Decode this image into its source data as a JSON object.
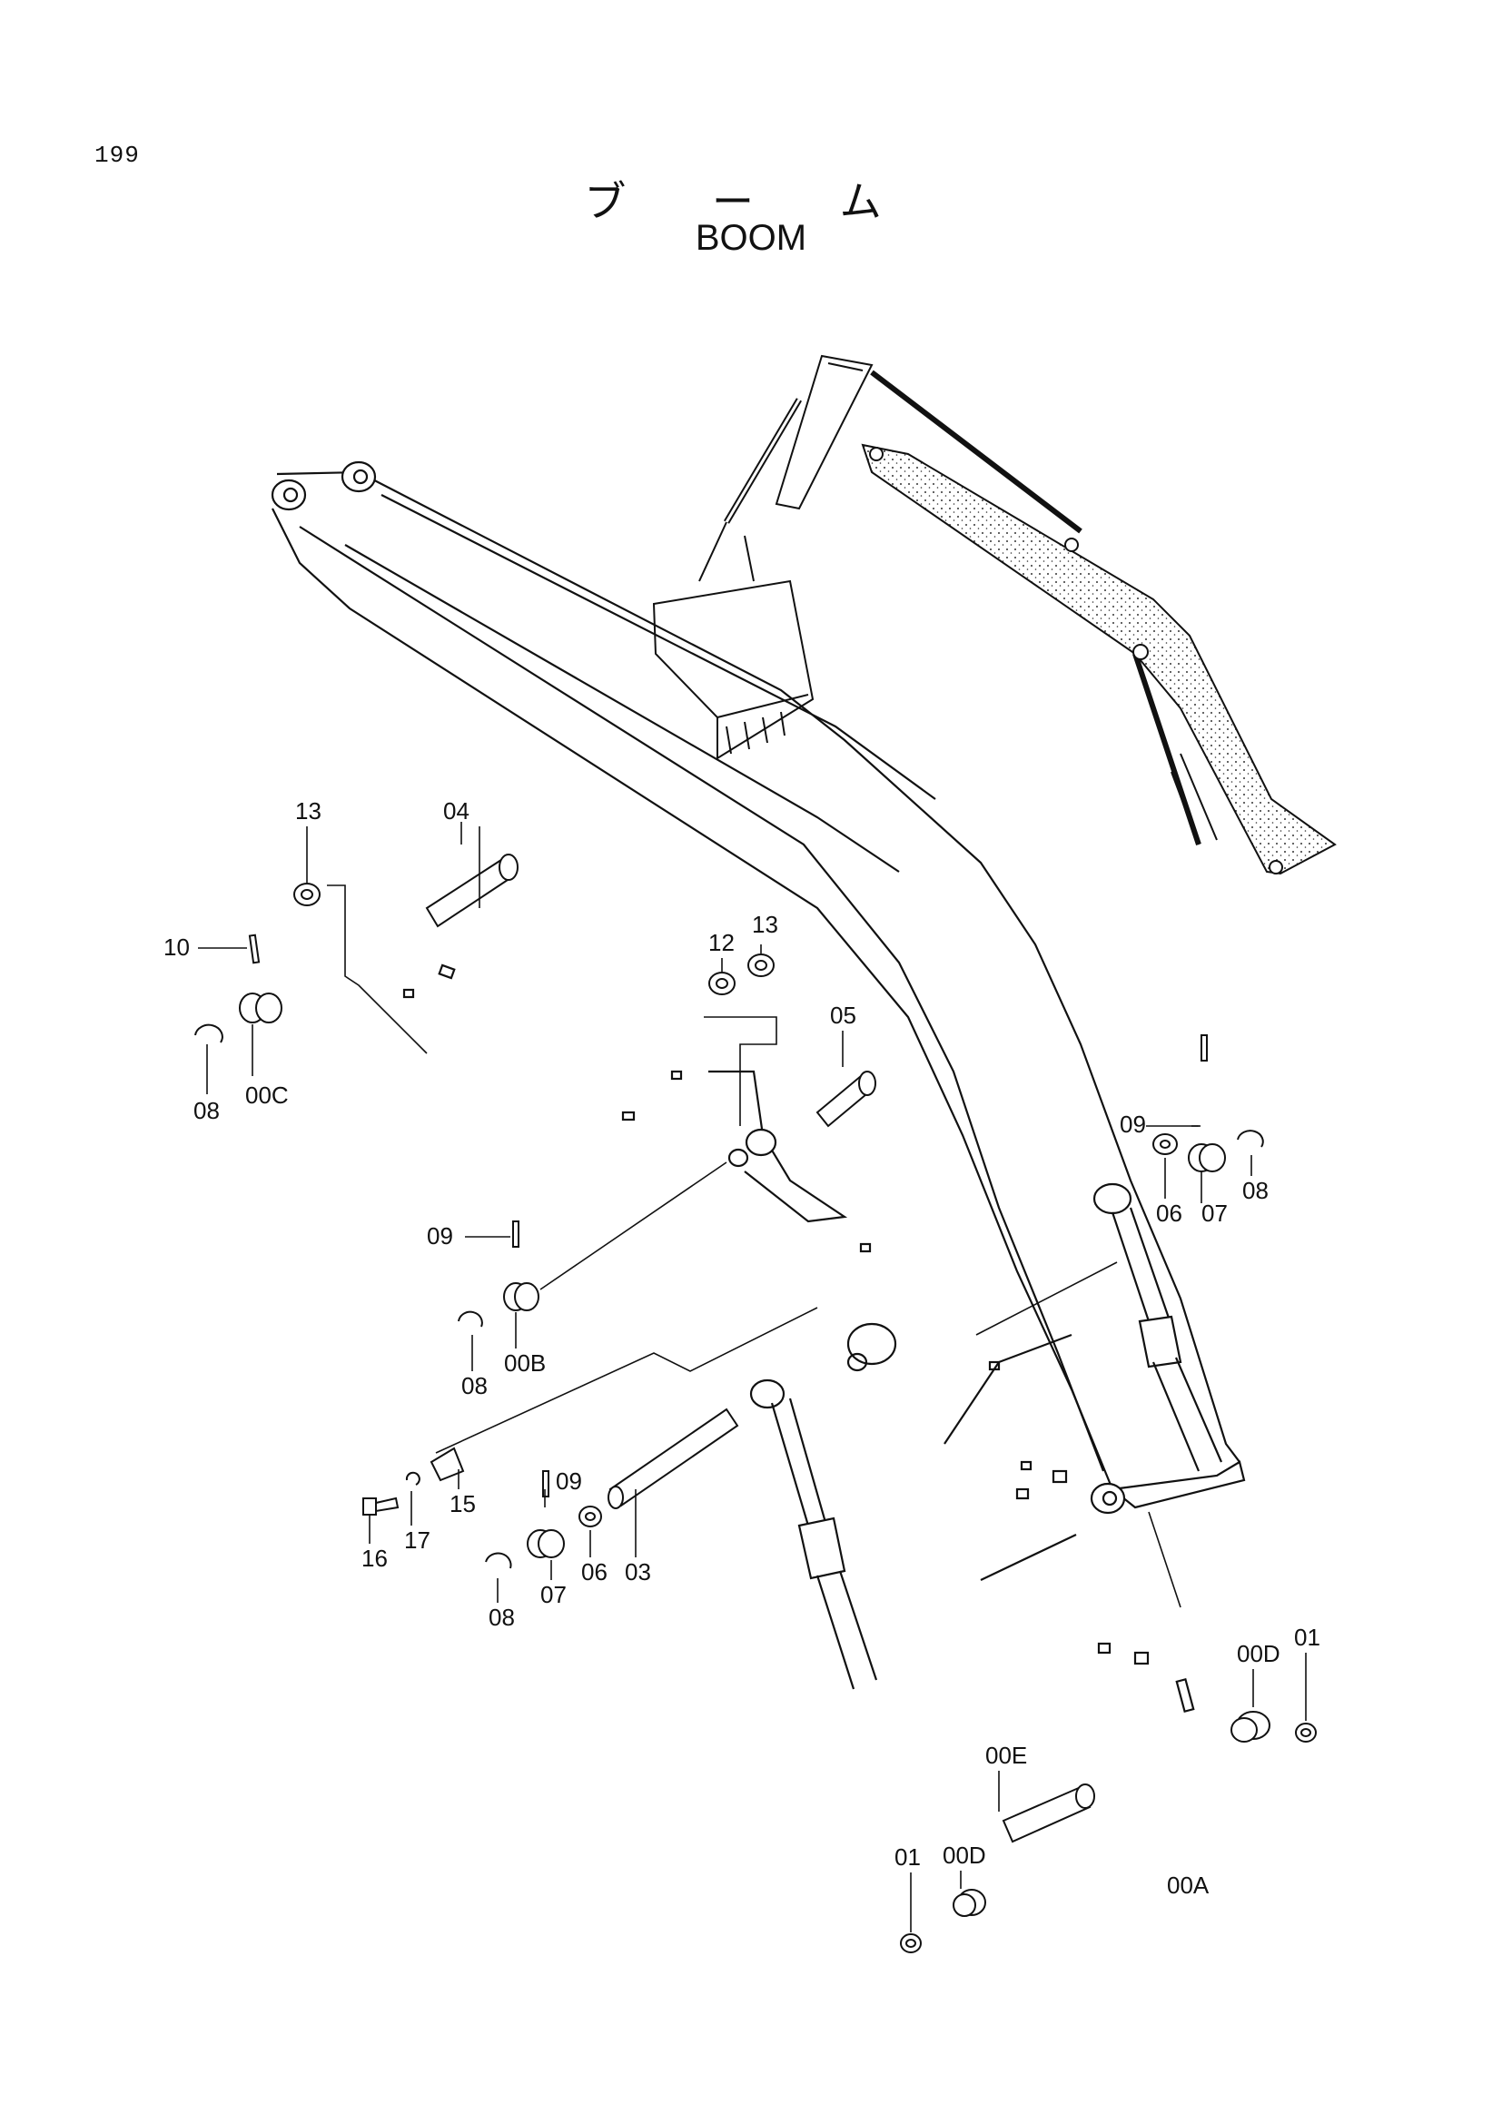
{
  "header": {
    "page_number": "199",
    "title_jp": "ブ ー ム",
    "title_en": "BOOM"
  },
  "callouts": {
    "c13a": "13",
    "c04": "04",
    "c10": "10",
    "c08a": "08",
    "c00C": "00C",
    "c12": "12",
    "c13b": "13",
    "c05": "05",
    "c09a": "09",
    "c06a": "06",
    "c07a": "07",
    "c08b": "08",
    "c09b": "09",
    "c08c": "08",
    "c00B": "00B",
    "c09c": "09",
    "c16": "16",
    "c17": "17",
    "c15": "15",
    "c07b": "07",
    "c06b": "06",
    "c03": "03",
    "c08d": "08",
    "c00D_a": "00D",
    "c01_a": "01",
    "c00E": "00E",
    "c00D_b": "00D",
    "c01_b": "01",
    "c00A": "00A"
  }
}
